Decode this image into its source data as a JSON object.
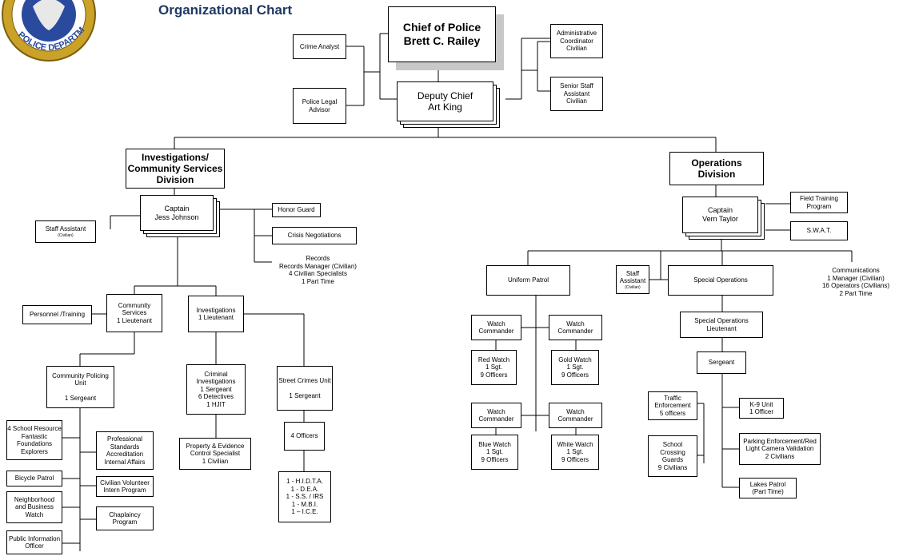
{
  "header": {
    "title": "Organizational Chart",
    "logo_text": "POLICE DEPARTMENT"
  },
  "colors": {
    "title": "#1f3864",
    "logo_gold": "#c9a227",
    "logo_blue": "#2a4a9e",
    "shadow": "#c8c8c8"
  },
  "boxes": {
    "chief": "Chief of Police\nBrett C. Railey",
    "deputy": "Deputy Chief\nArt King",
    "crime_analyst": "Crime Analyst",
    "legal_advisor": "Police Legal\nAdvisor",
    "admin_coord": "Administrative\nCoordinator\nCivilian",
    "senior_staff": "Senior Staff\nAssistant\nCivilian",
    "inv_division": "Investigations/\nCommunity Services\nDivision",
    "ops_division": "Operations\nDivision",
    "capt_johnson": "Captain\nJess Johnson",
    "staff_asst_left": "Staff Assistant",
    "staff_asst_left_sub": "(Civilian)",
    "honor_guard": "Honor Guard",
    "crisis": "Crisis Negotiations",
    "records": "Records\nRecords Manager (Civilian)\n4 Civilian Specialists\n1 Part Time",
    "personnel": "Personnel /Training",
    "comm_services": "Community\nServices\n1 Lieutenant",
    "investigations": "Investigations\n1 Lieutenant",
    "cpu": "Community Policing\nUnit\n\n1 Sergeant",
    "criminal_inv": "Criminal\nInvestigations\n1 Sergeant\n6 Detectives\n1 HJIT",
    "street_crimes": "Street Crimes Unit\n\n1 Sergeant",
    "four_officers": "4 Officers",
    "task_forces": "1 - H.I.D.T.A.\n1 - D.E.A.\n1 - S.S. / IRS\n1 - M.B.I.\n1 – I.C.E.",
    "property": "Property & Evidence\nControl Specialist\n1 Civilian",
    "sro": "4 School Resource\nFantastic\nFoundations\nExplorers",
    "prof_standards": "Professional\nStandards\nAccreditation\nInternal Affairs",
    "bicycle": "Bicycle Patrol",
    "civ_volunteer": "Civilian Volunteer\nIntern Program",
    "neighborhood": "Neighborhood\nand Business\nWatch",
    "chaplaincy": "Chaplaincy\nProgram",
    "pio": "Public Information\nOfficer",
    "capt_taylor": "Captain\nVern Taylor",
    "fto": "Field Training\nProgram",
    "swat": "S.W.A.T.",
    "uniform_patrol": "Uniform Patrol",
    "staff_asst_right": "Staff\nAssistant",
    "staff_asst_right_sub": "(Civilian)",
    "special_ops": "Special Operations",
    "communications": "Communications\n1 Manager (Civilian)\n16 Operators (Civilians)\n2 Part Time",
    "special_ops_lt": "Special Operations\nLieutenant",
    "sergeant": "Sergeant",
    "wc1": "Watch\nCommander",
    "wc2": "Watch\nCommander",
    "wc3": "Watch\nCommander",
    "wc4": "Watch\nCommander",
    "red_watch": "Red Watch\n1 Sgt.\n9 Officers",
    "gold_watch": "Gold Watch\n1 Sgt.\n9 Officers",
    "blue_watch": "Blue Watch\n1 Sgt.\n9 Officers",
    "white_watch": "White Watch\n1 Sgt.\n9 Officers",
    "traffic": "Traffic\nEnforcement\n5 officers",
    "k9": "K-9 Unit\n1 Officer",
    "school_crossing": "School\nCrossing\nGuards\n9 Civilians",
    "parking": "Parking Enforcement/Red\nLight Camera Validation\n2 Civilians",
    "lakes": "Lakes Patrol\n(Part Time)"
  }
}
